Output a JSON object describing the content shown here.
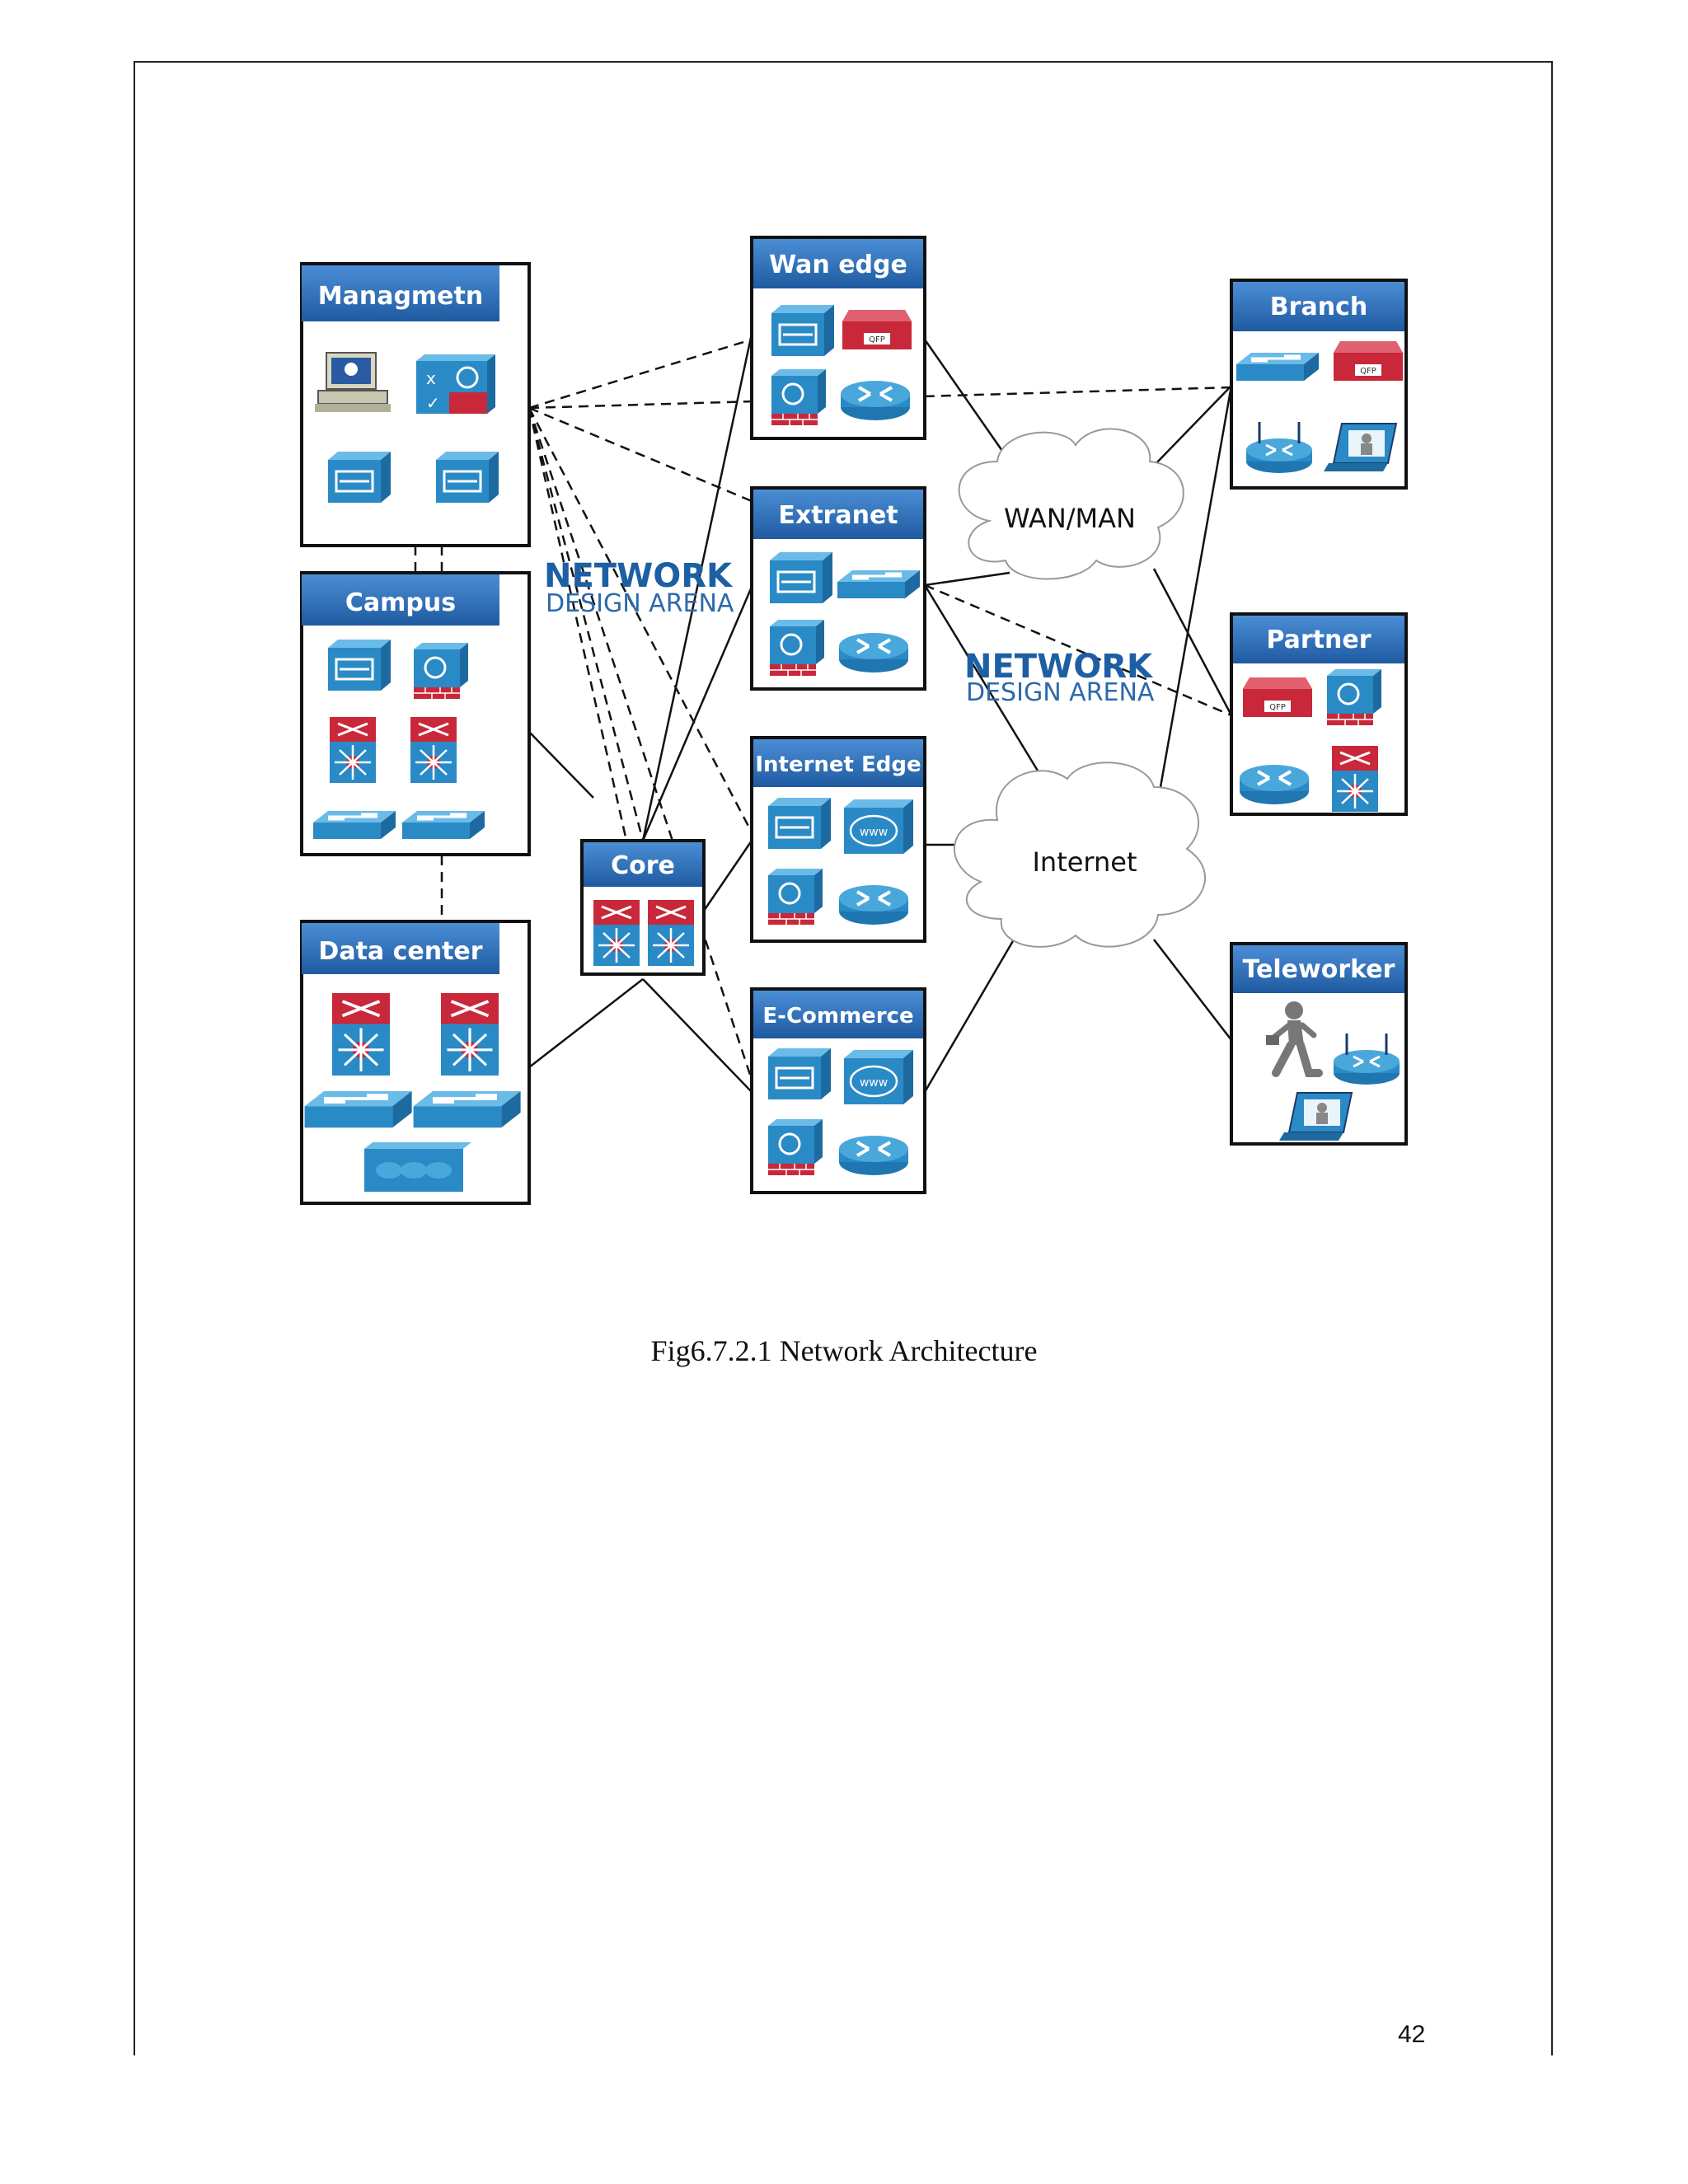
{
  "diagram": {
    "nodes": {
      "management": "Managmetn",
      "campus": "Campus",
      "data_center": "Data center",
      "core": "Core",
      "wan_edge": "Wan edge",
      "extranet": "Extranet",
      "internet_edge": "Internet Edge",
      "ecommerce": "E-Commerce",
      "branch": "Branch",
      "partner": "Partner",
      "teleworker": "Teleworker"
    },
    "clouds": {
      "wan_man": "WAN/MAN",
      "internet": "Internet"
    },
    "watermark": {
      "line1": "NETWORK",
      "line2": "DESIGN ARENA"
    },
    "device_badges": {
      "qfp": "QFP"
    },
    "colors": {
      "title_bar": "#2f6fb8",
      "device_blue": "#2a8ac6",
      "device_red": "#c8283a",
      "watermark": "#1d5fa3"
    }
  },
  "caption": "Fig6.7.2.1 Network Architecture",
  "page_number": "42"
}
